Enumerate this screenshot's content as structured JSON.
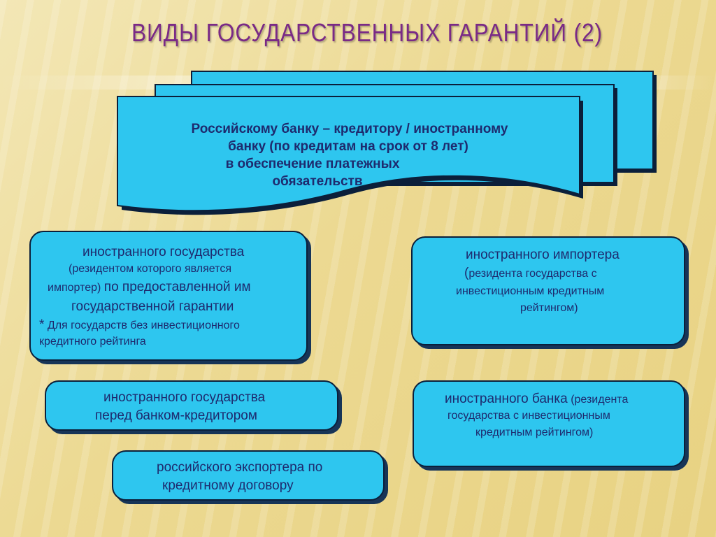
{
  "title": "ВИДЫ ГОСУДАРСТВЕННЫХ ГАРАНТИЙ (2)",
  "top_doc": {
    "lines": [
      "Российскому банку – кредитору / иностранному",
      "банку (по кредитам на срок от 8 лет)",
      "в обеспечение платежных",
      "обязательств"
    ]
  },
  "cards": {
    "foreign_state": {
      "line1": "иностранного государства",
      "line2": "(резидентом которого является",
      "line3_small": "импортер)",
      "line3_big": "по предоставленной им",
      "line4": "государственной гарантии",
      "line5_star": "*",
      "line5": "Для государств без инвестиционного",
      "line6": "кредитного рейтинга"
    },
    "foreign_importer": {
      "line1": "иностранного импортера",
      "line2_paren": "(",
      "line2": "резидента государства с",
      "line3": "инвестиционным кредитным",
      "line4": "рейтингом)"
    },
    "state_before_bank": {
      "line1": "иностранного государства",
      "line2": "перед банком-кредитором"
    },
    "foreign_bank": {
      "line1_big": "иностранного банка",
      "line1_small": "(резидента",
      "line2": "государства с инвестиционным",
      "line3": "кредитным рейтингом)"
    },
    "russian_exporter": {
      "line1": "российского экспортера по",
      "line2": "кредитному договору"
    }
  },
  "colors": {
    "card_fill": "#2ec6ef",
    "card_border": "#0b1f3a",
    "title_color": "#7a2a86",
    "text_color": "#1e2a6e"
  }
}
